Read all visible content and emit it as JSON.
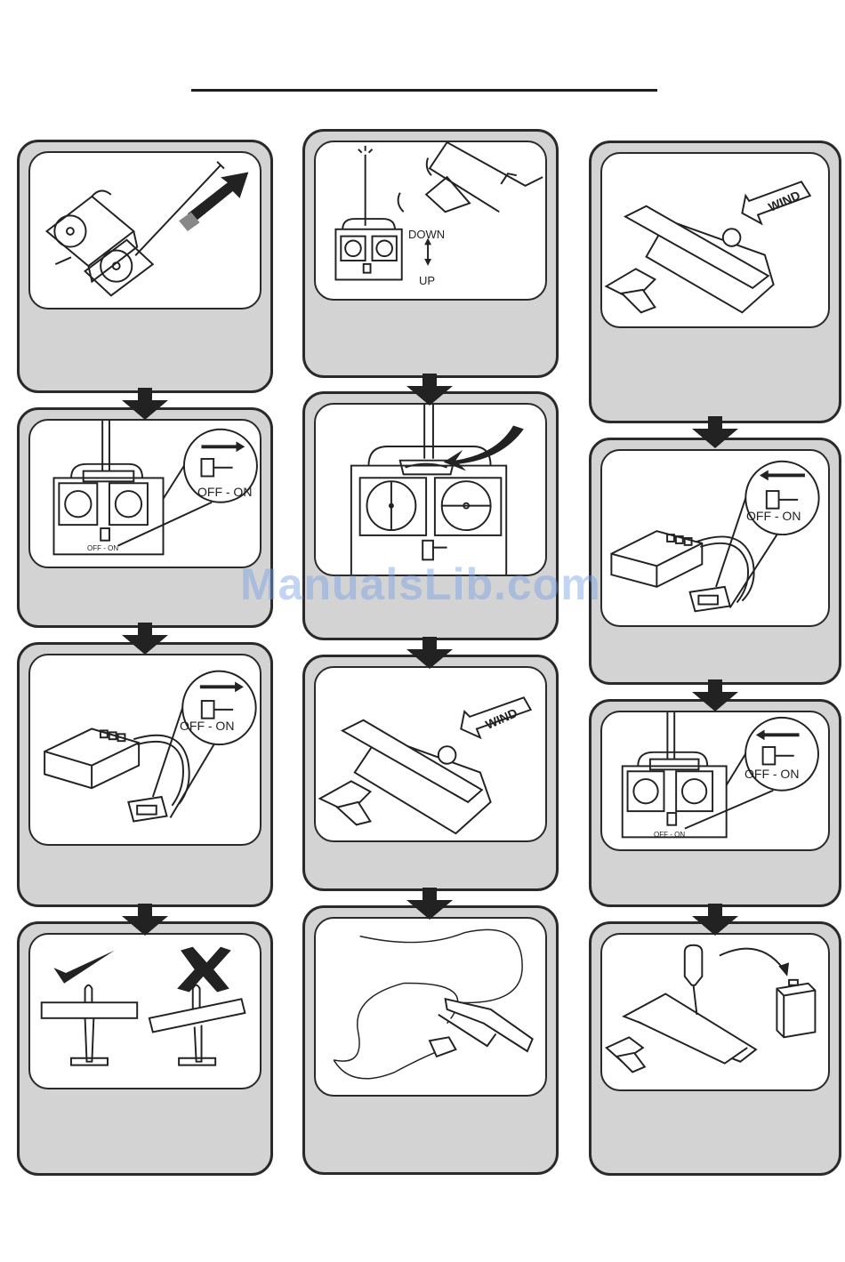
{
  "labels": {
    "down": "DOWN",
    "up": "UP",
    "off_on": "OFF - ON",
    "wind": "WIND"
  },
  "watermark": "ManualsLib.com"
}
